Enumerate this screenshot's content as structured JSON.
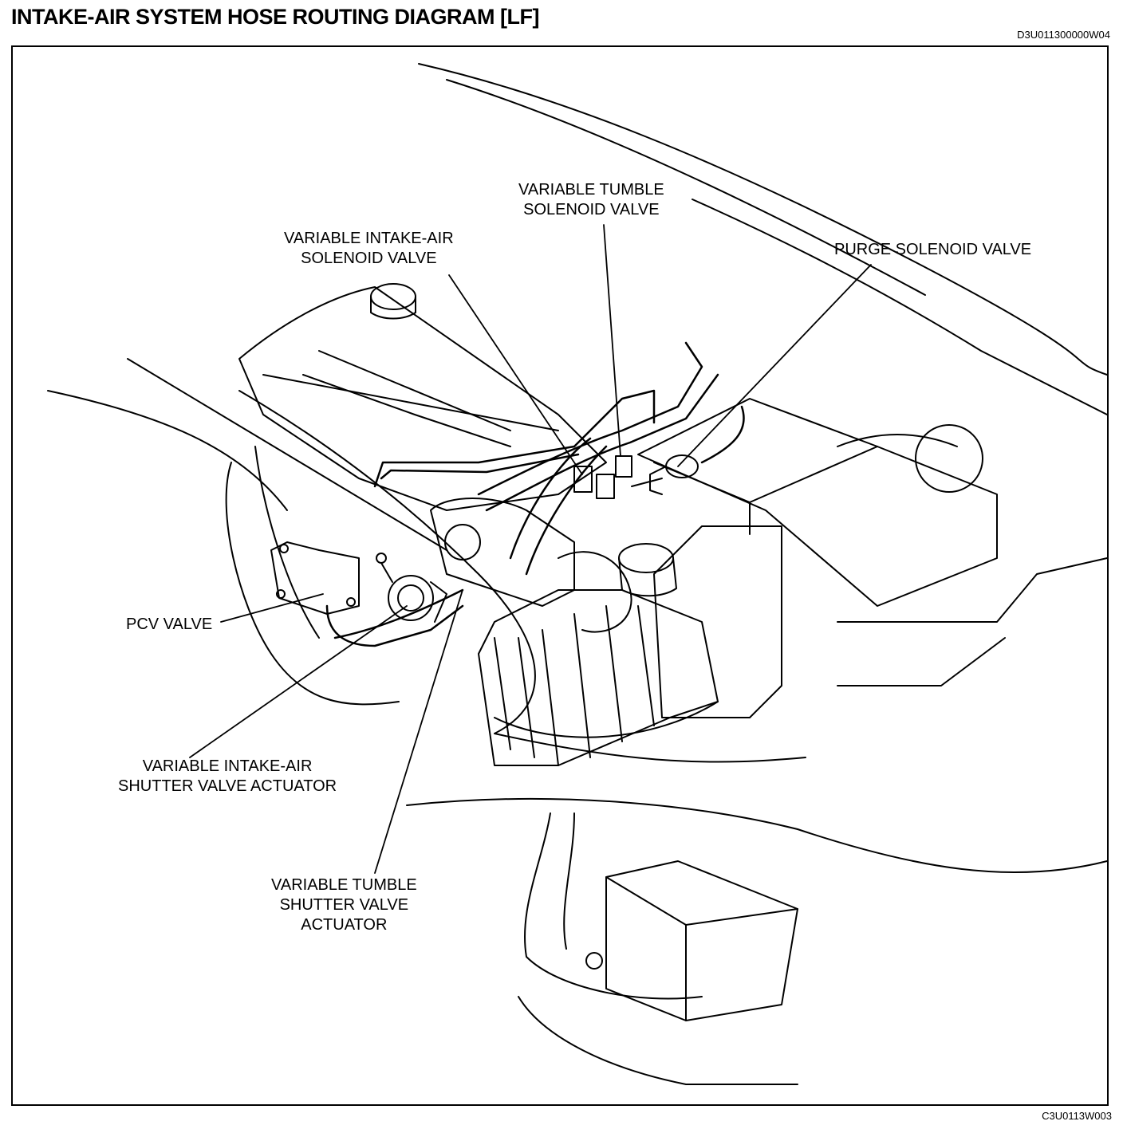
{
  "header": {
    "title": "INTAKE-AIR SYSTEM HOSE ROUTING DIAGRAM [LF]",
    "doc_code": "D3U011300000W04"
  },
  "footer": {
    "figure_code": "C3U0113W003"
  },
  "labels": {
    "variable_tumble_solenoid_valve": [
      "VARIABLE TUMBLE",
      "SOLENOID VALVE"
    ],
    "variable_intake_air_solenoid_valve": [
      "VARIABLE INTAKE-AIR",
      "SOLENOID VALVE"
    ],
    "purge_solenoid_valve": [
      "PURGE SOLENOID VALVE"
    ],
    "pcv_valve": [
      "PCV VALVE"
    ],
    "variable_intake_air_shutter_valve_actuator": [
      "VARIABLE INTAKE-AIR",
      "SHUTTER VALVE ACTUATOR"
    ],
    "variable_tumble_shutter_valve_actuator": [
      "VARIABLE TUMBLE",
      "SHUTTER VALVE",
      "ACTUATOR"
    ]
  }
}
